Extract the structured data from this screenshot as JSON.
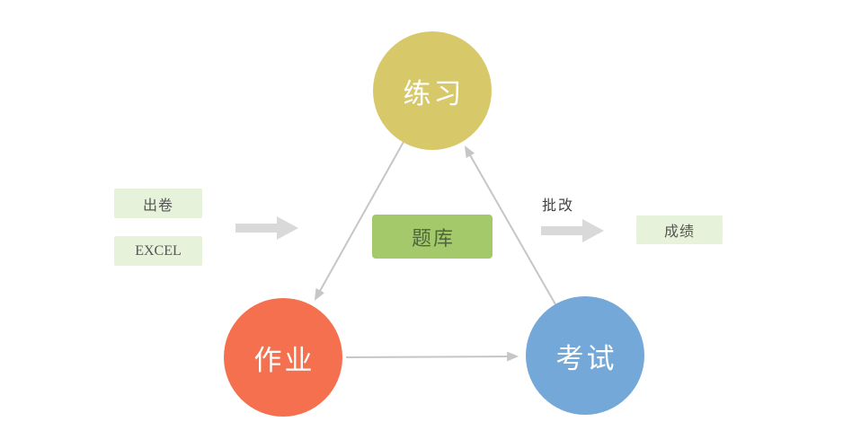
{
  "diagram": {
    "title": "exam-system-flow",
    "nodes": {
      "practice": {
        "label": "练习",
        "color": "#d7c96a"
      },
      "homework": {
        "label": "作业",
        "color": "#f4704e"
      },
      "exam": {
        "label": "考试",
        "color": "#74a8d8"
      },
      "bank": {
        "label": "题库",
        "color": "#a3c96a",
        "text_color": "#4f663c"
      }
    },
    "inputs": [
      {
        "label": "出卷"
      },
      {
        "label": "EXCEL"
      }
    ],
    "output": {
      "label": "成绩"
    },
    "grading_label": "批改",
    "edges": [
      {
        "from": "练习",
        "to": "作业"
      },
      {
        "from": "作业",
        "to": "考试"
      },
      {
        "from": "考试",
        "to": "练习"
      }
    ],
    "colors": {
      "tag_background": "#e6f2da",
      "connector": "#c6c6c6",
      "block_arrow": "#d9d9d9",
      "canvas_background": "#ffffff"
    }
  }
}
